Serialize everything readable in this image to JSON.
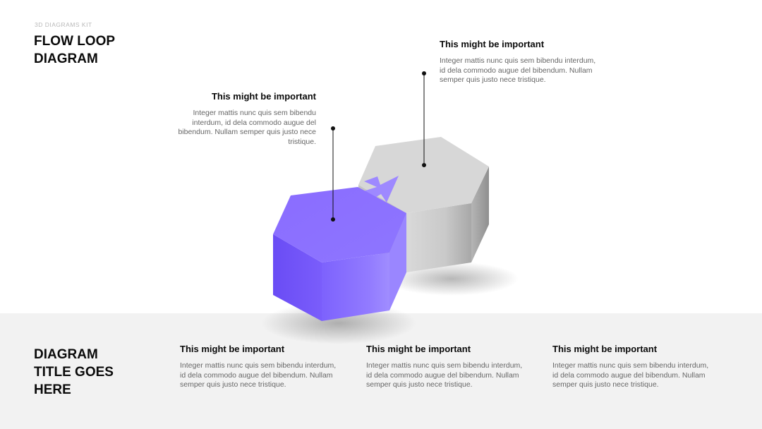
{
  "header": {
    "kit_label": "3D DIAGRAMS KIT",
    "title": "FLOW LOOP\nDIAGRAM"
  },
  "footer": {
    "title": "DIAGRAM\nTITLE GOES\nHERE"
  },
  "callouts": {
    "left": {
      "heading": "This might be important",
      "body": "Integer mattis nunc quis sem bibendu interdum, id dela commodo augue del bibendum. Nullam semper quis justo nece tristique."
    },
    "right": {
      "heading": "This might be important",
      "body": "Integer mattis nunc quis sem bibendu interdum, id dela commodo augue del bibendum. Nullam semper quis justo nece tristique."
    }
  },
  "bottom_items": [
    {
      "heading": "This might be important",
      "body": "Integer mattis nunc quis sem bibendu interdum, id dela commodo augue del bibendum. Nullam semper quis justo nece tristique."
    },
    {
      "heading": "This might be important",
      "body": "Integer mattis nunc quis sem bibendu interdum, id dela commodo augue del bibendum. Nullam semper quis justo nece tristique."
    },
    {
      "heading": "This might be important",
      "body": "Integer mattis nunc quis sem bibendu interdum, id dela commodo augue del bibendum. Nullam semper quis justo nece tristique."
    }
  ],
  "colors": {
    "accent": "#7b61ff",
    "gray_block": "#d6d6d6",
    "band": "#f2f2f2"
  }
}
